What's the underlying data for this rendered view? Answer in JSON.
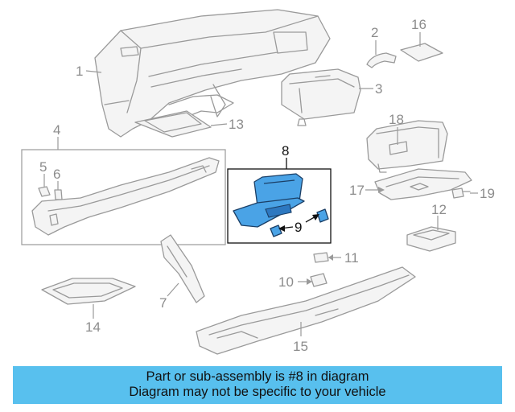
{
  "callouts": {
    "c1": "1",
    "c2": "2",
    "c3": "3",
    "c4": "4",
    "c5": "5",
    "c6": "6",
    "c7": "7",
    "c8": "8",
    "c9": "9",
    "c10": "10",
    "c11": "11",
    "c12": "12",
    "c13": "13",
    "c14": "14",
    "c15": "15",
    "c16": "16",
    "c17": "17",
    "c18": "18",
    "c19": "19"
  },
  "highlight": {
    "part_number": "8",
    "color": "#4aa3e6"
  },
  "banner": {
    "line1": "Part or sub-assembly is #8 in diagram",
    "line2": "Diagram may not be specific to your vehicle",
    "background": "#58c0ee"
  }
}
